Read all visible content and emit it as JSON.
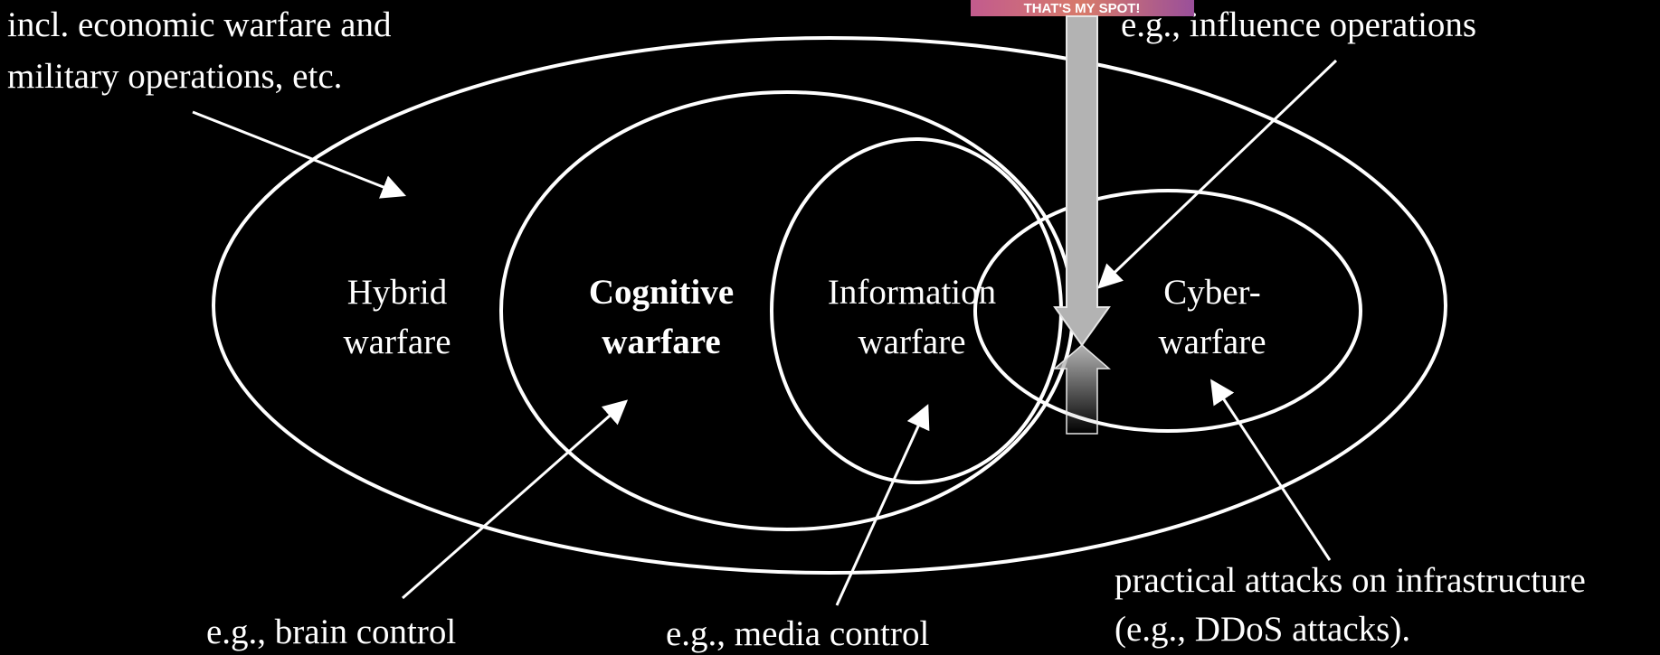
{
  "diagram": {
    "rings": {
      "hybrid": {
        "line1": "Hybrid",
        "line2": "warfare"
      },
      "cognitive": {
        "line1": "Cognitive",
        "line2": "warfare"
      },
      "information": {
        "line1": "Information",
        "line2": "warfare"
      },
      "cyber": {
        "line1": "Cyber-",
        "line2": "warfare"
      }
    },
    "annotations": {
      "hybrid_note": {
        "line1": "incl. economic warfare and",
        "line2": "military operations, etc."
      },
      "influence_note": "e.g., influence operations",
      "cognitive_note": "e.g., brain control",
      "information_note": "e.g., media control",
      "cyber_note": {
        "line1": "practical attacks on infrastructure",
        "line2": "(e.g., DDoS attacks)."
      }
    },
    "overlay_banner": "THAT'S MY SPOT!"
  },
  "colors": {
    "background": "#000000",
    "lines": "#ffffff",
    "overlay_arrow": "#b3b3b3",
    "banner": "#b05a8a"
  }
}
